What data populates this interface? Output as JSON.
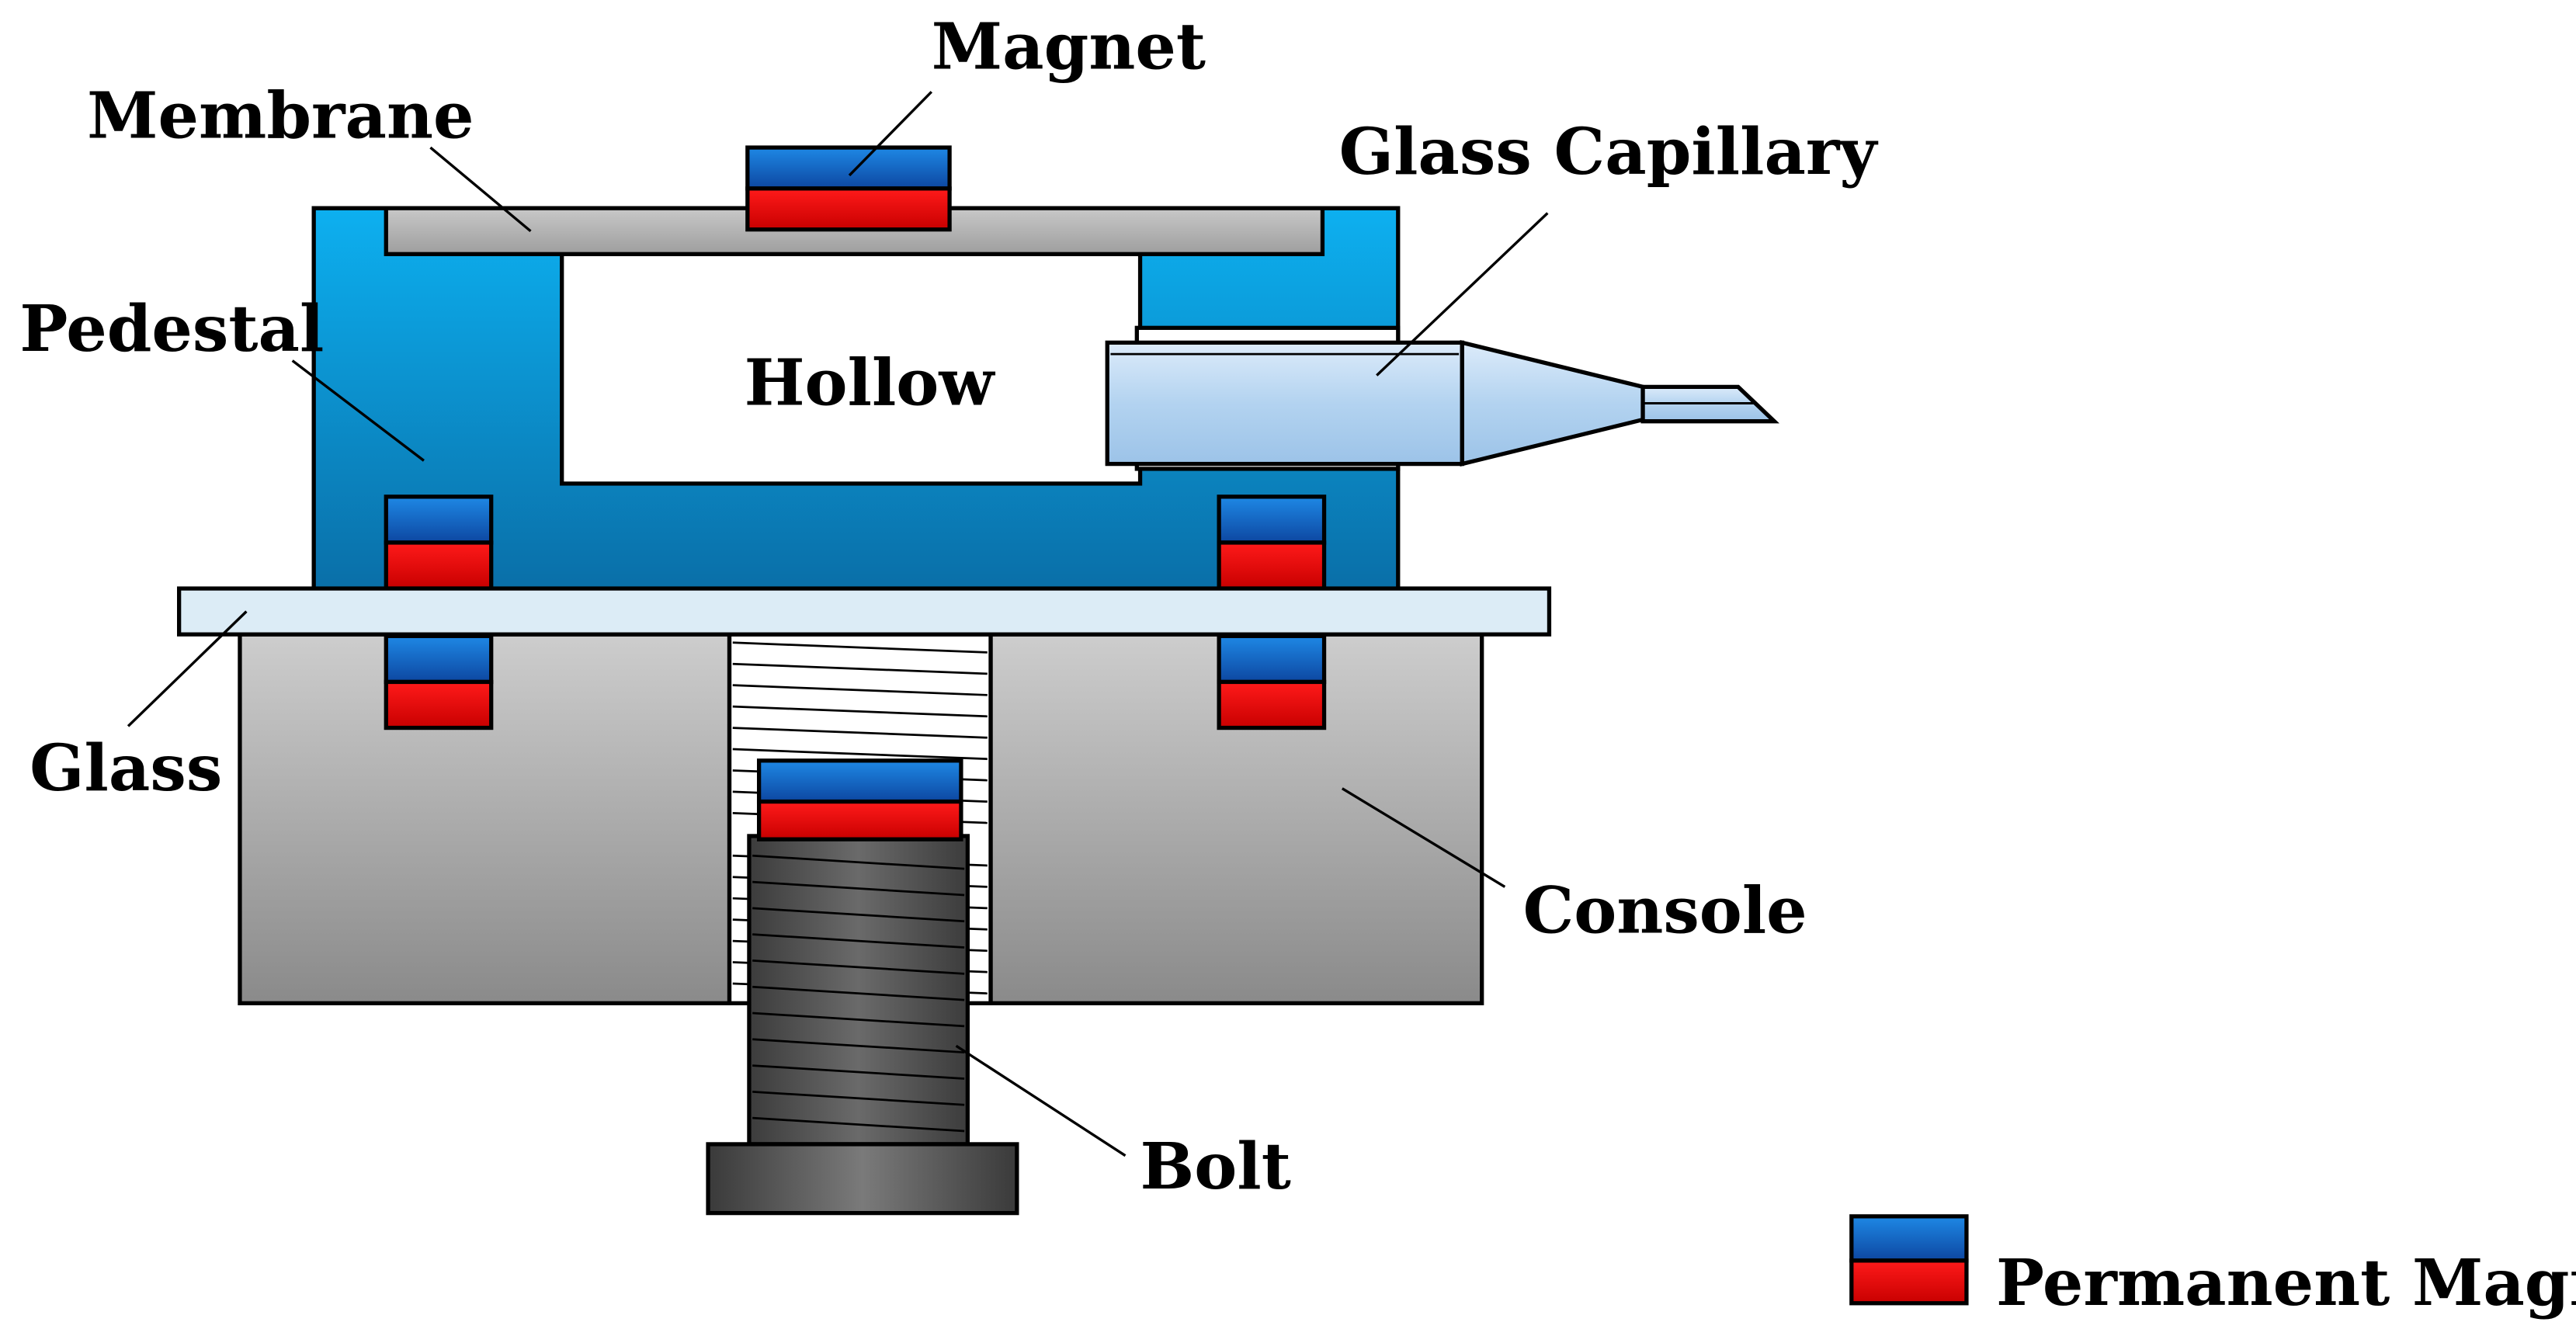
{
  "labels": {
    "magnet": "Magnet",
    "membrane": "Membrane",
    "glass_capillary": "Glass Capillary",
    "pedestal": "Pedestal",
    "hollow": "Hollow",
    "glass": "Glass",
    "console": "Console",
    "bolt": "Bolt"
  },
  "legend": {
    "label": "Permanent Magnet"
  },
  "colors": {
    "pedestal_top": "#0db0f0",
    "pedestal_bottom": "#0a6fa8",
    "magnet_north": "#1565c0",
    "magnet_south": "#e00000",
    "membrane": "#b4b4b4",
    "glass_plate": "#dcecf6",
    "console_top": "#c8c8c8",
    "console_bottom": "#8c8c8c",
    "bolt_dark": "#454545",
    "capillary": "#bcd8f2"
  }
}
